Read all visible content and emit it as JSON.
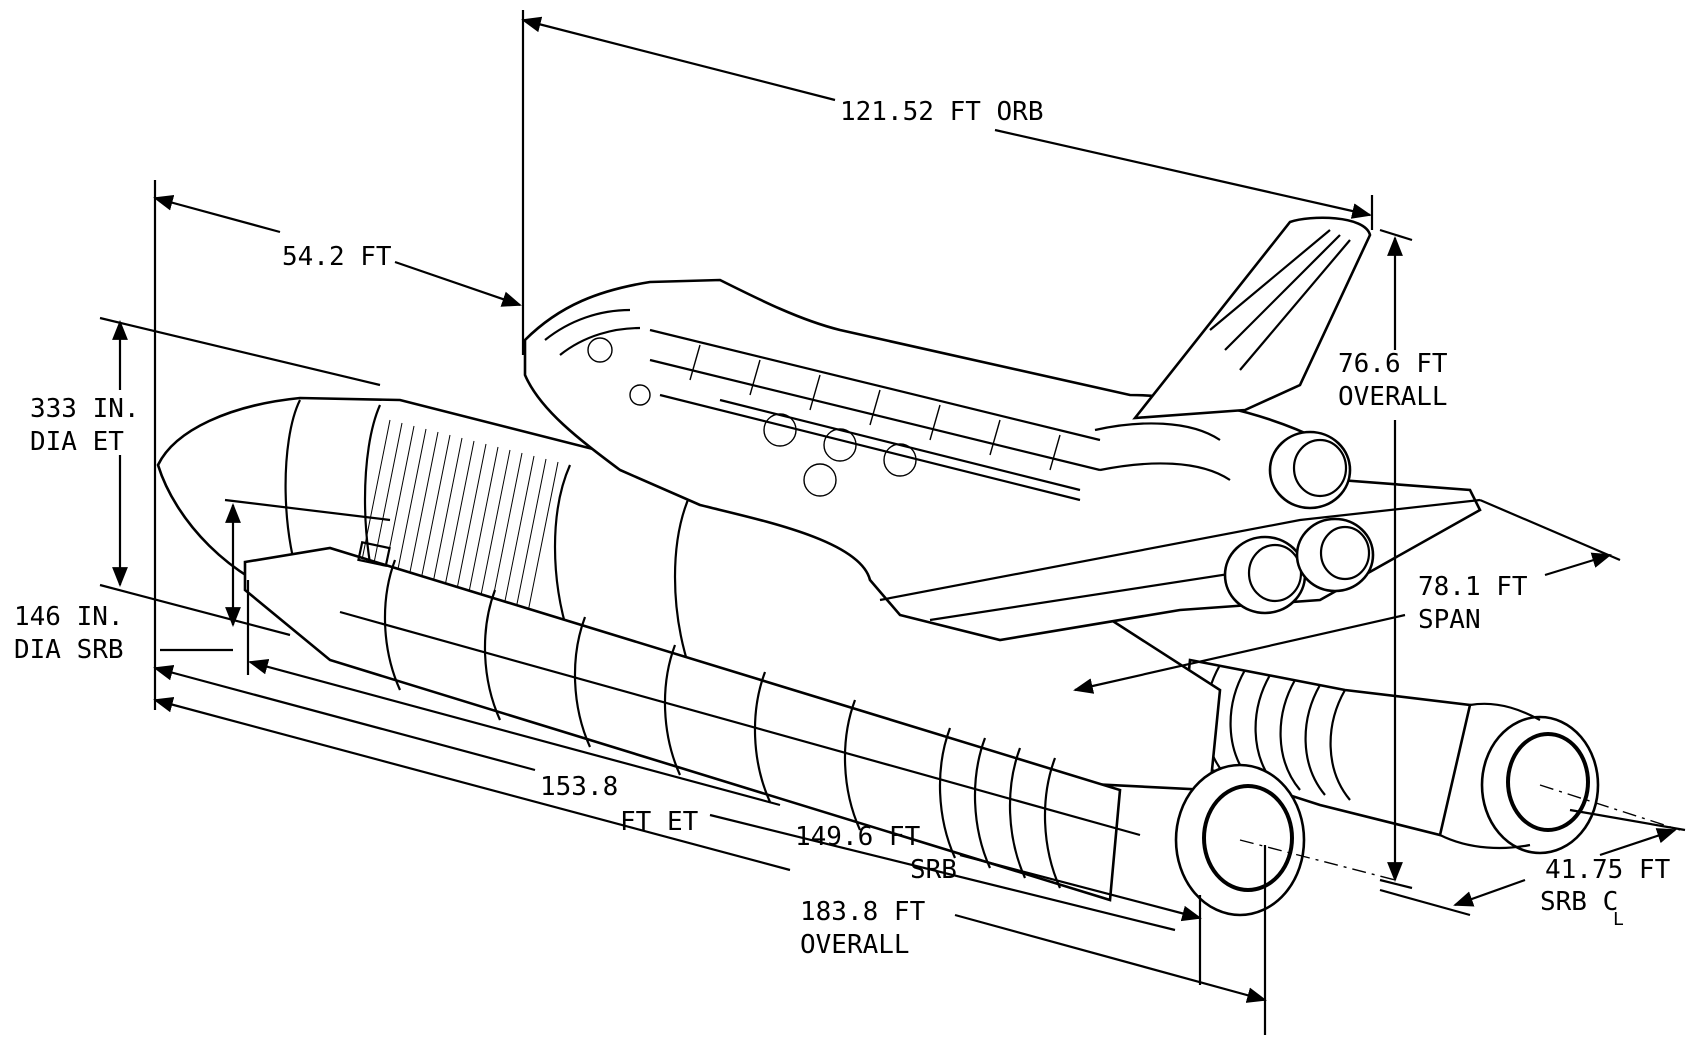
{
  "labels": {
    "orbiter_length": "121.52 FT ORB",
    "nose_offset": "54.2 FT",
    "et_diameter_1": "333 IN.",
    "et_diameter_2": "DIA ET",
    "srb_diameter_1": "146 IN.",
    "srb_diameter_2": "DIA SRB",
    "overall_height_1": "76.6 FT",
    "overall_height_2": "OVERALL",
    "span_1": "78.1 FT",
    "span_2": "SPAN",
    "et_length_1": "153.8",
    "et_length_2": "FT ET",
    "srb_length_1": "149.6 FT",
    "srb_length_2": "SRB",
    "overall_length_1": "183.8 FT",
    "overall_length_2": "OVERALL",
    "srb_spacing_1": "41.75 FT",
    "srb_spacing_2": "SRB C",
    "centerline_mark": "L"
  }
}
